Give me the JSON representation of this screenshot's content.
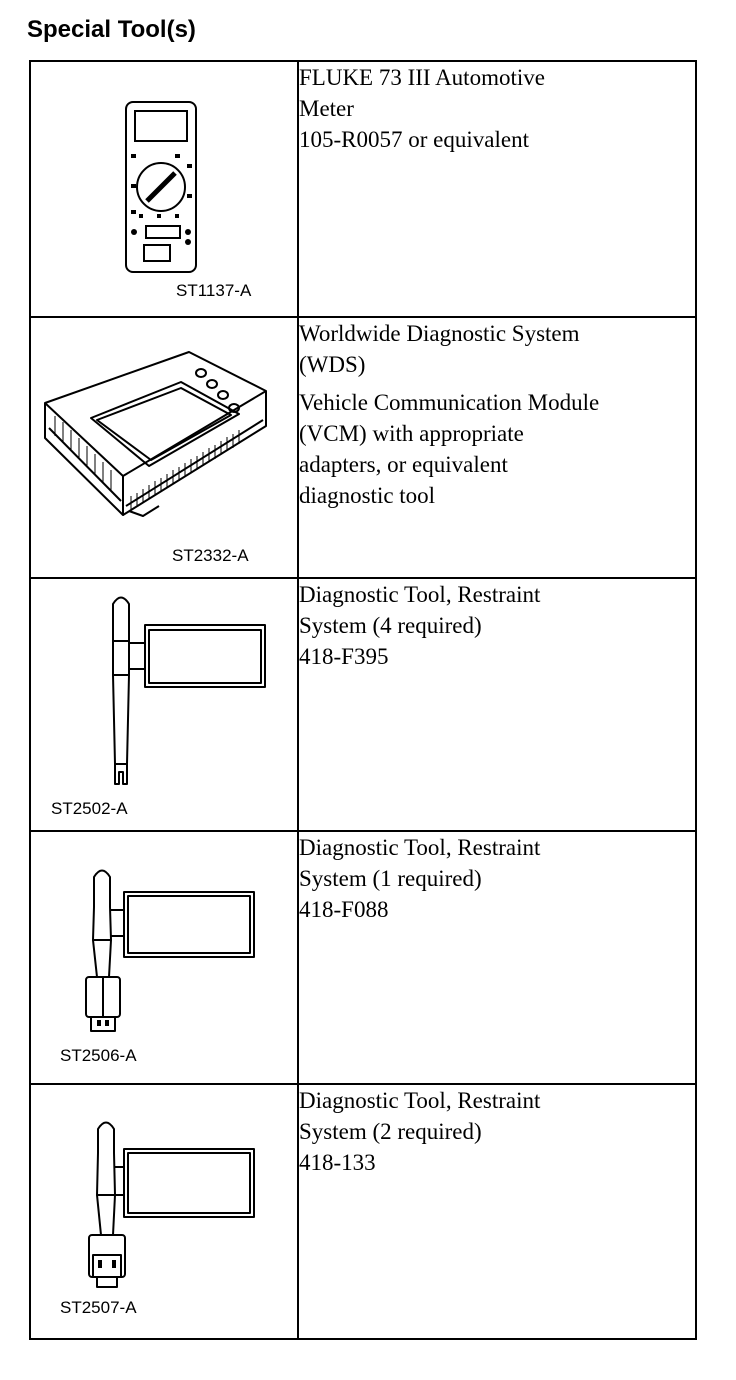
{
  "heading": "Special Tool(s)",
  "tools": [
    {
      "code": "ST1137-A",
      "lines": [
        "FLUKE 73 III Automotive",
        "Meter",
        "105-R0057 or equivalent"
      ]
    },
    {
      "code": "ST2332-A",
      "lines": [
        "Worldwide Diagnostic System",
        "(WDS)"
      ],
      "lines2": [
        "Vehicle Communication Module",
        "(VCM) with appropriate",
        "adapters, or equivalent",
        "diagnostic tool"
      ]
    },
    {
      "code": "ST2502-A",
      "lines": [
        "Diagnostic Tool, Restraint",
        "System (4 required)",
        "418-F395"
      ]
    },
    {
      "code": "ST2506-A",
      "lines": [
        "Diagnostic Tool, Restraint",
        "System (1 required)",
        "418-F088"
      ]
    },
    {
      "code": "ST2507-A",
      "lines": [
        "Diagnostic Tool, Restraint",
        "System (2 required)",
        "418-133"
      ]
    }
  ]
}
